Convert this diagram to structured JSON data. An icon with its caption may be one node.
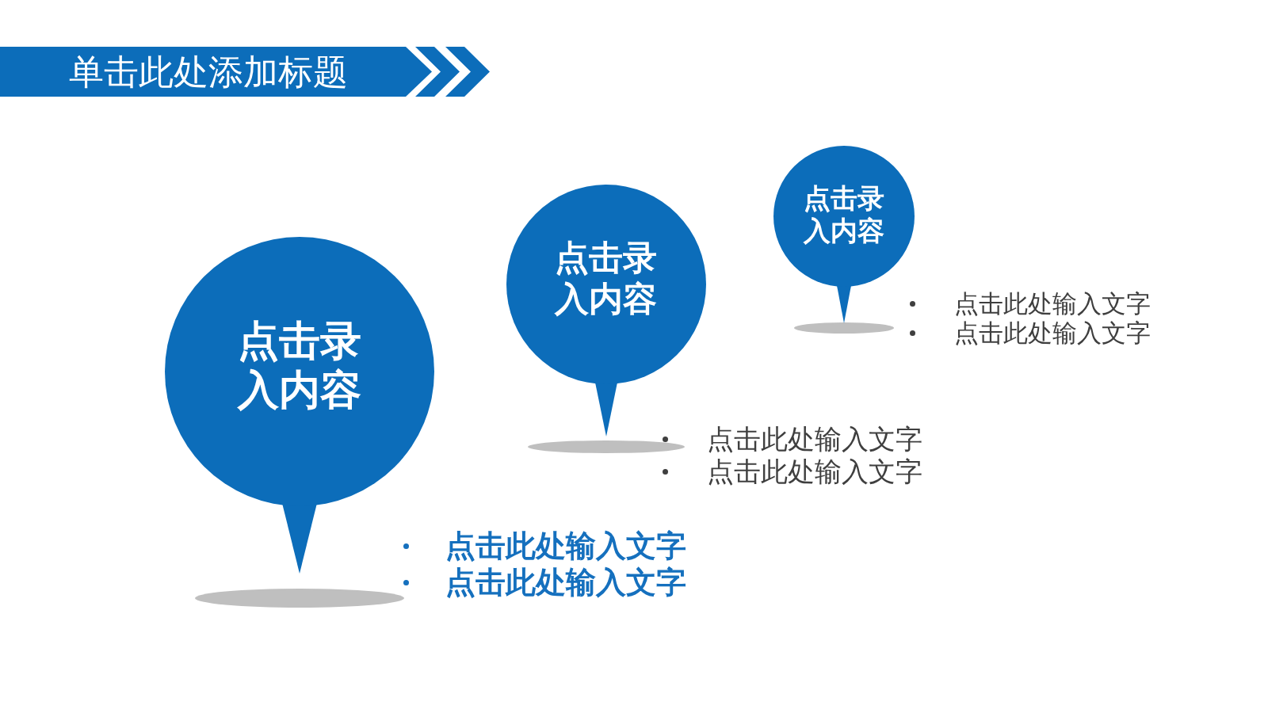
{
  "diagram": {
    "title": "单击此处添加标题",
    "nodes": [
      {
        "text": [
          "点击录入内容"
        ],
        "beside": [
          "点击此处输入文字",
          "点击此处输入文字"
        ]
      },
      {
        "text": [
          "点击录入内容"
        ],
        "beside": [
          "点击此处输入文字",
          "点击此处输入文字"
        ]
      },
      {
        "text": [
          "点击录入内容"
        ],
        "beside": [
          "点击此处输入文字",
          "点击此处输入文字"
        ]
      }
    ]
  }
}
